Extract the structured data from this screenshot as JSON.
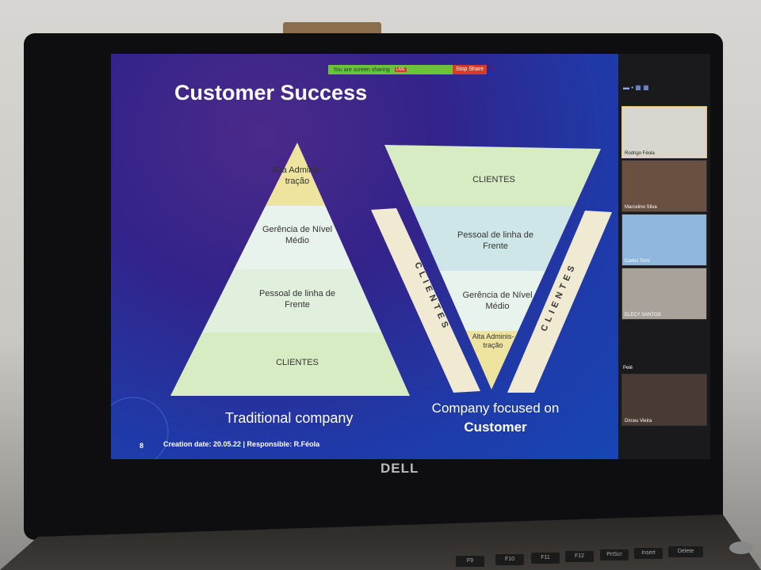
{
  "zoom": {
    "share_status": "You are screen sharing",
    "live_badge": "LIVE",
    "stop_share": "Stop Share",
    "participants": [
      {
        "name": "Rodrigo Féola"
      },
      {
        "name": "Marcelino Silva"
      },
      {
        "name": "Carlos Torci"
      },
      {
        "name": "ELECY SANTOS"
      },
      {
        "name": "Dirceu Vieira"
      }
    ],
    "extra_label": "Pelé"
  },
  "slide": {
    "title": "Customer Success",
    "page_number": "8",
    "footer": "Creation date: 20.05.22 | Responsible: R.Féola",
    "traditional": {
      "levels": [
        "Alta Adminis-tração",
        "Gerência de Nível Médio",
        "Pessoal de linha de Frente",
        "CLIENTES"
      ],
      "caption": "Traditional company"
    },
    "focused": {
      "levels": [
        "CLIENTES",
        "Pessoal de linha de Frente",
        "Gerência de Nível Médio",
        "Alta Adminis-tração"
      ],
      "side_label": "CLIENTES",
      "caption_line1": "Company focused on",
      "caption_line2": "Customer"
    }
  },
  "laptop": {
    "brand": "DELL",
    "keys": [
      "F9",
      "F10",
      "F11",
      "F12",
      "PrtScr",
      "Insert",
      "Delete"
    ]
  },
  "colors": {
    "yellow": "#efe3a0",
    "blue_band": "#cfe6e8",
    "pale": "#e6f2df",
    "green": "#d8ecc4"
  }
}
